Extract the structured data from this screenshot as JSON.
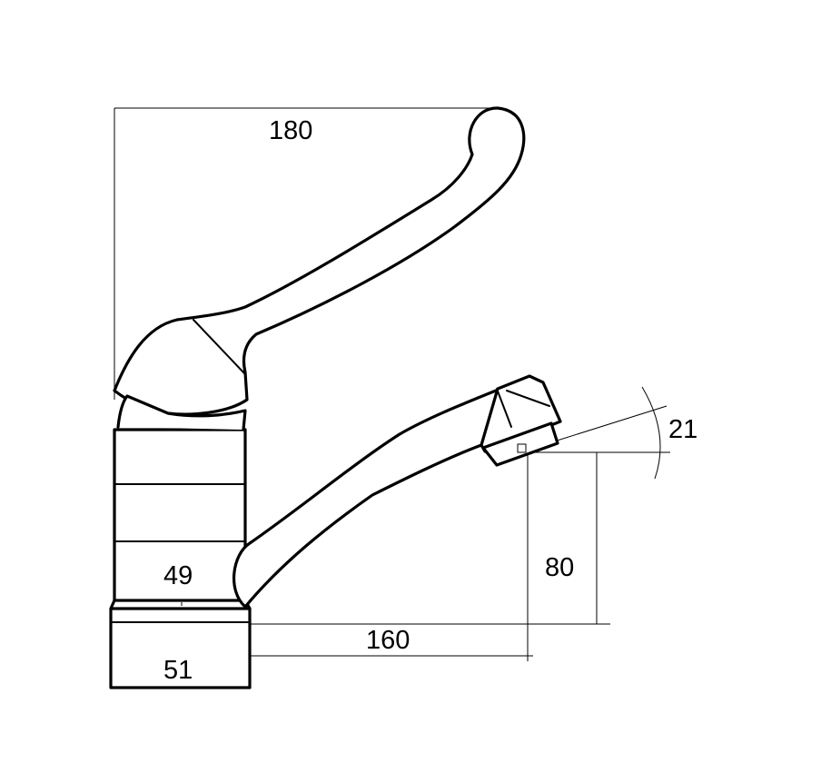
{
  "dimensions": {
    "overall_length": "180",
    "body_diameter": "49",
    "base_diameter": "51",
    "spout_reach": "160",
    "spout_height": "80",
    "outlet_angle": "21"
  },
  "colors": {
    "line": "#000000",
    "background": "#ffffff"
  }
}
